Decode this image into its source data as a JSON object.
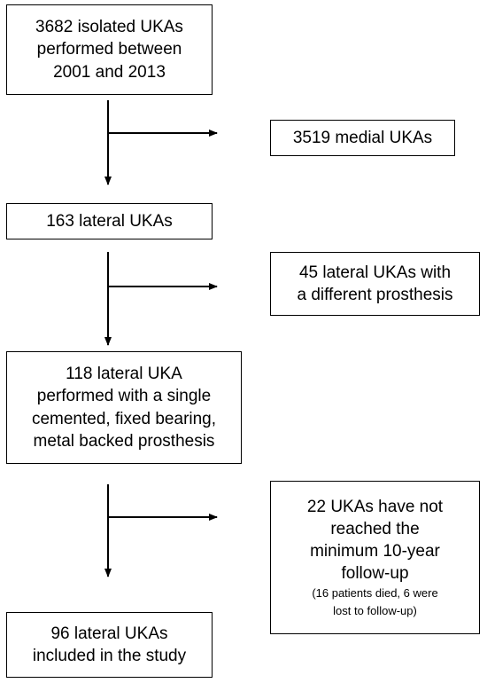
{
  "flowchart": {
    "main_boxes": [
      {
        "lines": [
          "3682 isolated UKAs",
          "performed between",
          "2001 and 2013"
        ]
      },
      {
        "lines": [
          "163 lateral UKAs"
        ]
      },
      {
        "lines": [
          "118 lateral UKA",
          "performed with a single",
          "cemented, fixed bearing,",
          "metal backed prosthesis"
        ]
      },
      {
        "lines": [
          "96 lateral UKAs",
          "included in the study"
        ]
      }
    ],
    "exclusion_boxes": [
      {
        "lines": [
          "3519 medial UKAs"
        ]
      },
      {
        "lines": [
          "45 lateral UKAs with",
          "a different prosthesis"
        ]
      },
      {
        "lines": [
          "22 UKAs have not",
          "reached the",
          "minimum 10-year",
          "follow-up"
        ],
        "note_lines": [
          "(16 patients died, 6 were",
          "lost to follow-up)"
        ]
      }
    ]
  }
}
